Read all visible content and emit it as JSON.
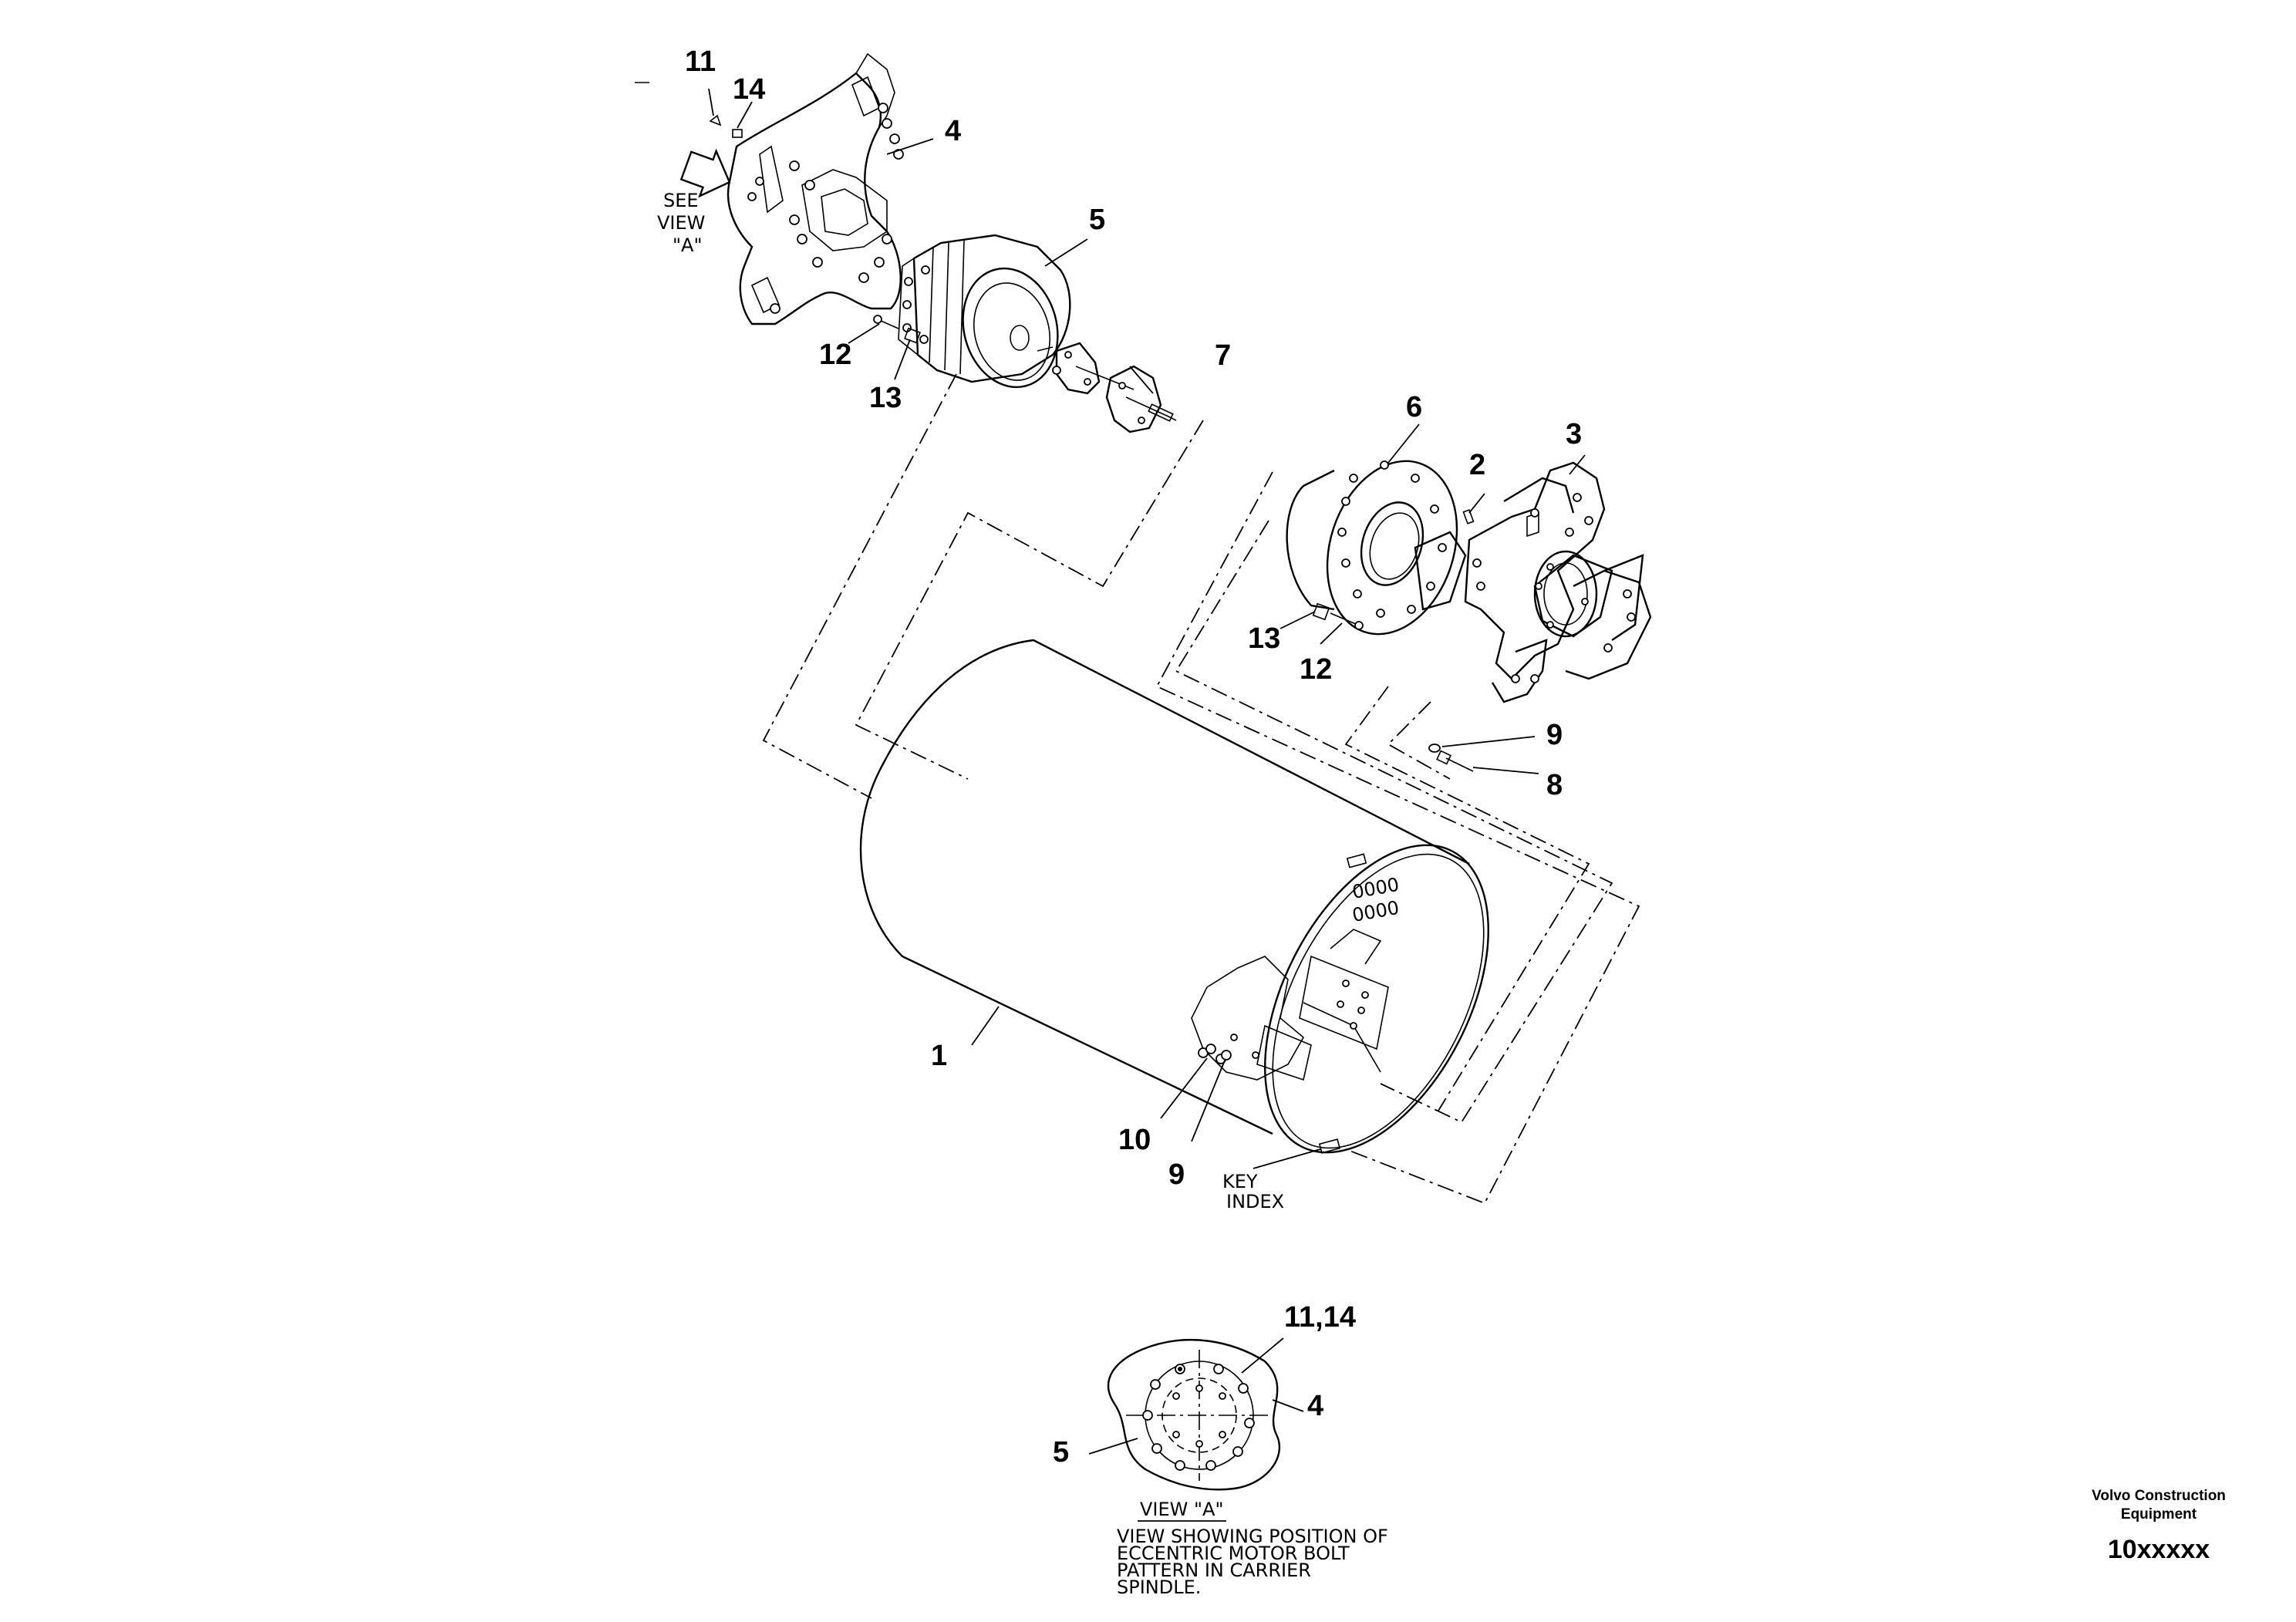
{
  "callouts": {
    "c1": "1",
    "c2": "2",
    "c3": "3",
    "c4": "4",
    "c5": "5",
    "c6": "6",
    "c7": "7",
    "c8": "8",
    "c9_upper": "9",
    "c9_lower": "9",
    "c10": "10",
    "c11": "11",
    "c12_upper": "12",
    "c12_lower": "12",
    "c13_upper": "13",
    "c13_lower": "13",
    "c14": "14",
    "view_a_11_14": "11,14",
    "view_a_4": "4",
    "view_a_5": "5"
  },
  "notes": {
    "see_view": [
      "SEE",
      "VIEW",
      "\"A\""
    ],
    "key_index": [
      "KEY",
      "INDEX"
    ],
    "view_a_title": "VIEW \"A\"",
    "view_a_caption": [
      "VIEW SHOWING POSITION OF",
      "ECCENTRIC MOTOR BOLT",
      "PATTERN IN CARRIER",
      "SPINDLE."
    ]
  },
  "footer": {
    "company_line1": "Volvo Construction",
    "company_line2": "Equipment",
    "code": "10xxxxx"
  }
}
